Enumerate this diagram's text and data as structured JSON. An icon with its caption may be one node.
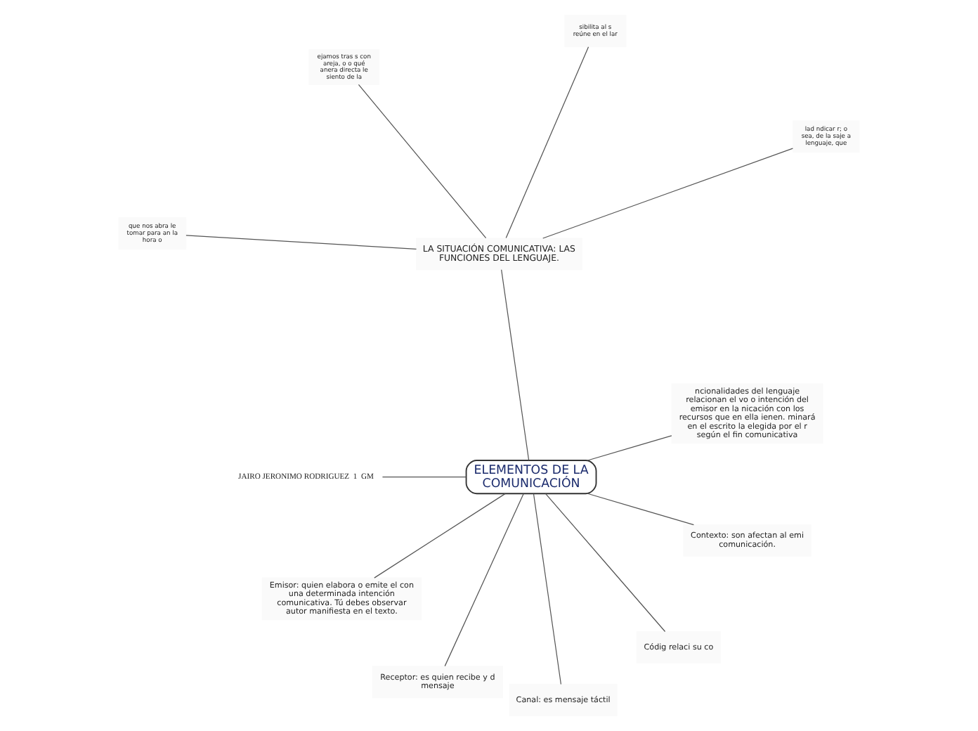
{
  "diagram": {
    "nodes": [
      {
        "text": [
          "ELEMENTOS DE LA COMUNICACIÓN"
        ]
      },
      {
        "text": [
          "ncionalidades del lenguaje relacionan el vo o intención del emisor en la nicación con los recursos que en ella ienen. minará en el escrito la elegida por el r según el fin comunicativa"
        ]
      },
      {
        "text": [
          "LA SITUACIÓN COMUNICATIVA: LAS FUNCIONES DEL LENGUAJE."
        ]
      },
      {
        "text": [
          "lad ndicar r; o sea, de la saje a lenguaje, que"
        ]
      },
      {
        "text": [
          "sibilita al s reúne en el lar"
        ]
      },
      {
        "text": [
          "ejamos tras s con areja, o o qué anera directa le siento de la"
        ]
      },
      {
        "text": [
          "que nos abra le tomar para an la hora o"
        ]
      },
      {
        "text": [
          "JAIRO JERONIMO RODRIGUEZ  1  GM"
        ]
      },
      {
        "text": [
          "Emisor: quien elabora o emite el con una determinada intención comunicativa. Tú debes observar autor manifiesta en el texto."
        ]
      },
      {
        "text": [
          "Receptor: es quien recibe y d mensaje"
        ]
      },
      {
        "text": [
          "Canal: es mensaje táctil"
        ]
      },
      {
        "text": [
          "Códig relaci su co"
        ]
      },
      {
        "text": [
          "Contexto: son afectan al emi comunicación."
        ]
      }
    ],
    "edges": [
      {
        "from": 0,
        "to": 1,
        "arrow": "none"
      },
      {
        "from": 0,
        "to": 2,
        "arrow": "none"
      },
      {
        "from": 2,
        "to": 3,
        "arrow": "none"
      },
      {
        "from": 2,
        "to": 4,
        "arrow": "none"
      },
      {
        "from": 2,
        "to": 5,
        "arrow": "none"
      },
      {
        "from": 2,
        "to": 6,
        "arrow": "none"
      },
      {
        "from": 0,
        "to": 7,
        "arrow": "none"
      },
      {
        "from": 0,
        "to": 8,
        "arrow": "none"
      },
      {
        "from": 0,
        "to": 9,
        "arrow": "none"
      },
      {
        "from": 0,
        "to": 10,
        "arrow": "none"
      },
      {
        "from": 0,
        "to": 11,
        "arrow": "none"
      },
      {
        "from": 0,
        "to": 12,
        "arrow": "none"
      }
    ]
  }
}
